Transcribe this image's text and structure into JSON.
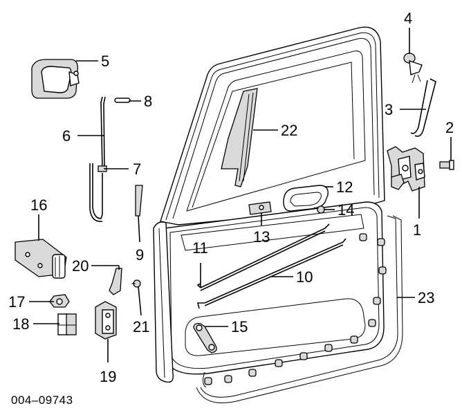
{
  "diagram": {
    "code": "004–09743",
    "callouts": [
      {
        "id": "1",
        "label": "1"
      },
      {
        "id": "2",
        "label": "2"
      },
      {
        "id": "3",
        "label": "3"
      },
      {
        "id": "4",
        "label": "4"
      },
      {
        "id": "5",
        "label": "5"
      },
      {
        "id": "6",
        "label": "6"
      },
      {
        "id": "7",
        "label": "7"
      },
      {
        "id": "8",
        "label": "8"
      },
      {
        "id": "9",
        "label": "9"
      },
      {
        "id": "10",
        "label": "10"
      },
      {
        "id": "11",
        "label": "11"
      },
      {
        "id": "12",
        "label": "12"
      },
      {
        "id": "13",
        "label": "13"
      },
      {
        "id": "14",
        "label": "14"
      },
      {
        "id": "15",
        "label": "15"
      },
      {
        "id": "16",
        "label": "16"
      },
      {
        "id": "17",
        "label": "17"
      },
      {
        "id": "18",
        "label": "18"
      },
      {
        "id": "19",
        "label": "19"
      },
      {
        "id": "20",
        "label": "20"
      },
      {
        "id": "21",
        "label": "21"
      },
      {
        "id": "22",
        "label": "22"
      },
      {
        "id": "23",
        "label": "23"
      }
    ]
  }
}
